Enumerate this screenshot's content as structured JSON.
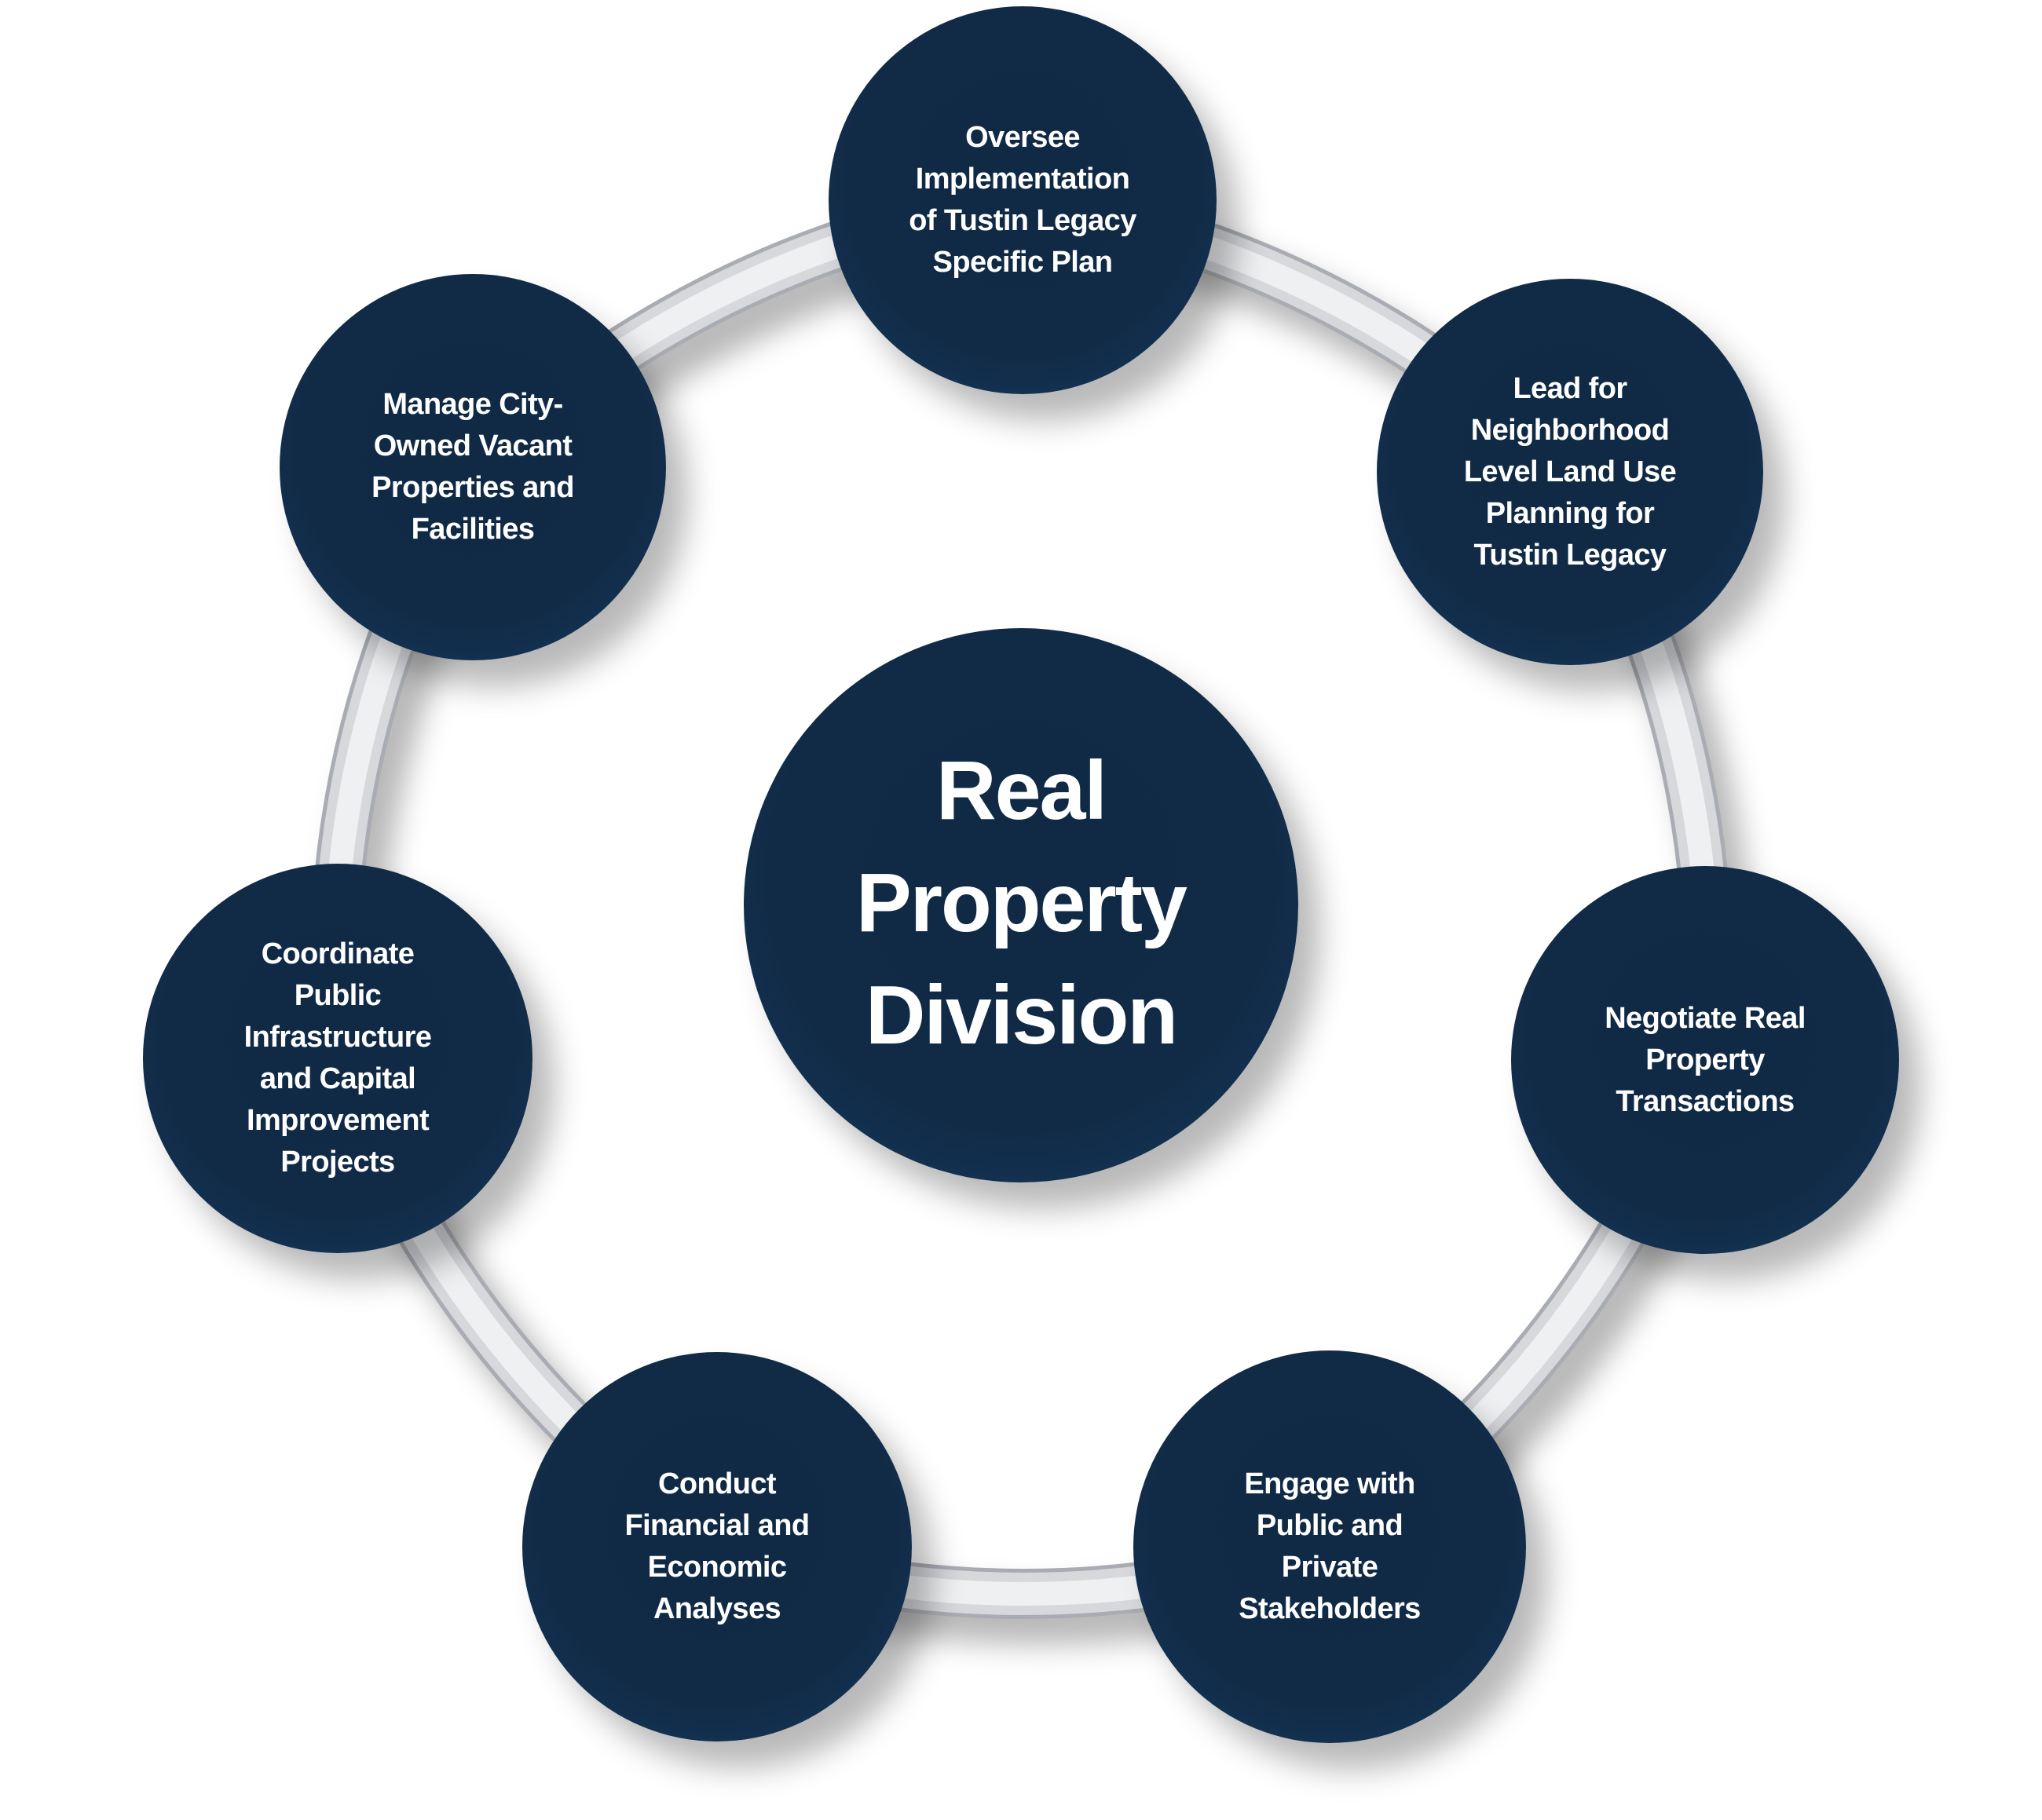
{
  "diagram": {
    "title": "Real Property Division",
    "center": {
      "label": "Real\nProperty\nDivision"
    },
    "colors": {
      "node_fill": "#102a45",
      "node_edge": "#1c4472",
      "node_text": "#ffffff",
      "ring_light": "#f2f3f5",
      "ring_mid": "#d6d8dc",
      "ring_dark": "#a9acb2",
      "background": "#ffffff"
    },
    "nodes": [
      {
        "id": "top",
        "label": "Oversee\nImplementation\nof Tustin Legacy\nSpecific Plan"
      },
      {
        "id": "top-right",
        "label": "Lead for\nNeighborhood\nLevel Land Use\nPlanning for\nTustin Legacy"
      },
      {
        "id": "right",
        "label": "Negotiate Real\nProperty\nTransactions"
      },
      {
        "id": "bottom-right",
        "label": "Engage with\nPublic and\nPrivate\nStakeholders"
      },
      {
        "id": "bottom-left",
        "label": "Conduct\nFinancial and\nEconomic\nAnalyses"
      },
      {
        "id": "left",
        "label": "Coordinate\nPublic\nInfrastructure\nand Capital\nImprovement\nProjects"
      },
      {
        "id": "top-left",
        "label": "Manage City-\nOwned Vacant\nProperties and\nFacilities"
      }
    ]
  }
}
